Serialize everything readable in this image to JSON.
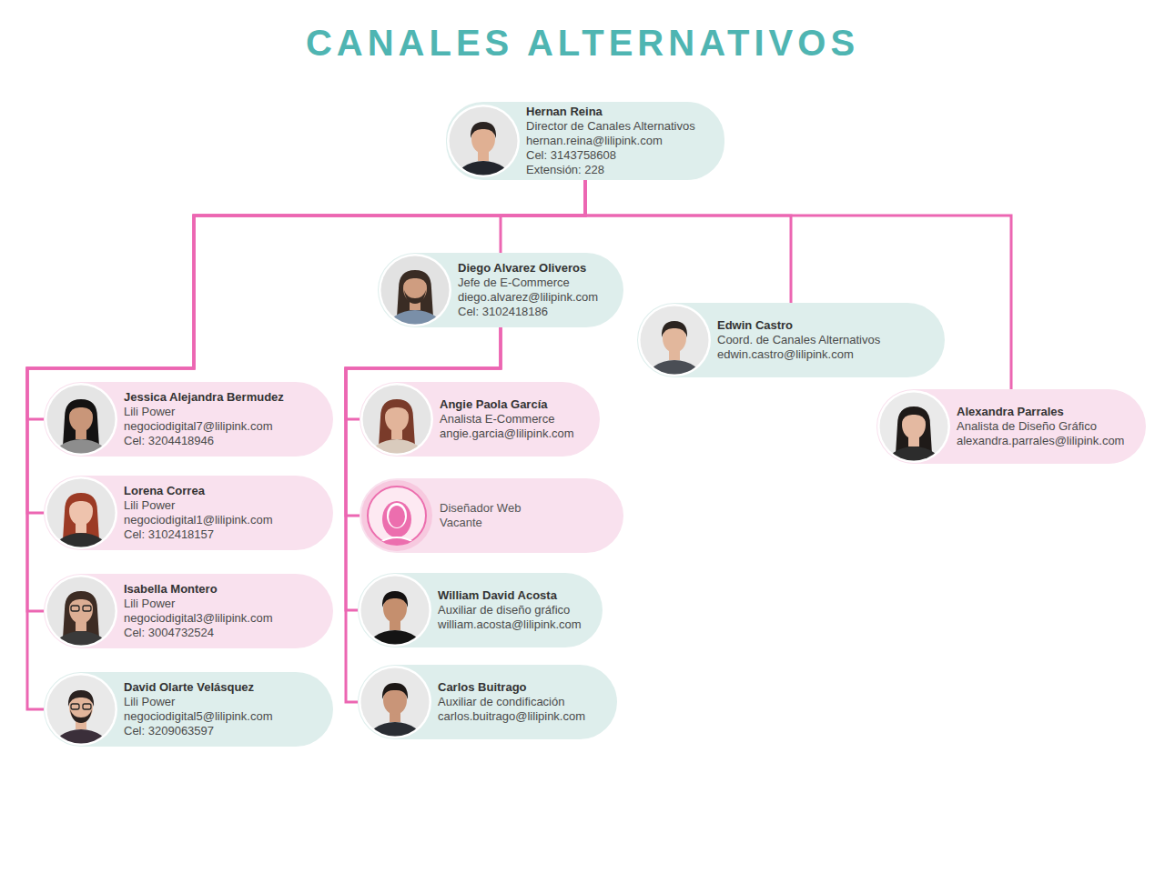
{
  "diagram": {
    "title": "CANALES ALTERNATIVOS",
    "nodes": [
      {
        "text": [
          "Hernan Reina",
          "Director de Canales Alternativos",
          "hernan.reina@lilipink.com",
          "Cel: 3143758608",
          "Extensión: 228"
        ]
      },
      {
        "text": [
          "Diego Alvarez Oliveros",
          "Jefe de E-Commerce",
          "diego.alvarez@lilipink.com",
          "Cel: 3102418186"
        ]
      },
      {
        "text": [
          "Edwin Castro",
          "Coord. de Canales Alternativos",
          "edwin.castro@lilipink.com"
        ]
      },
      {
        "text": [
          "Alexandra Parrales",
          "Analista de Diseño Gráfico",
          "alexandra.parrales@lilipink.com"
        ]
      },
      {
        "text": [
          "Jessica Alejandra Bermudez",
          "Lili Power",
          "negociodigital7@lilipink.com",
          "Cel: 3204418946"
        ]
      },
      {
        "text": [
          "Lorena Correa",
          "Lili Power",
          "negociodigital1@lilipink.com",
          "Cel: 3102418157"
        ]
      },
      {
        "text": [
          "Isabella Montero",
          "Lili Power",
          "negociodigital3@lilipink.com",
          "Cel: 3004732524"
        ]
      },
      {
        "text": [
          "David Olarte Velásquez",
          "Lili Power",
          "negociodigital5@lilipink.com",
          "Cel: 3209063597"
        ]
      },
      {
        "text": [
          "Angie Paola García",
          "Analista E-Commerce",
          "angie.garcia@lilipink.com"
        ]
      },
      {
        "text": [
          "Diseñador Web",
          "Vacante"
        ]
      },
      {
        "text": [
          "William David Acosta",
          "Auxiliar de diseño gráfico",
          "william.acosta@lilipink.com"
        ]
      },
      {
        "text": [
          "Carlos Buitrago",
          "Auxiliar de condificación",
          "carlos.buitrago@lilipink.com"
        ]
      }
    ],
    "edges": [
      {
        "from": 0,
        "to": 1,
        "arrow": "none"
      },
      {
        "from": 0,
        "to": 2,
        "arrow": "none"
      },
      {
        "from": 0,
        "to": 3,
        "arrow": "none"
      },
      {
        "from": 0,
        "to": 4,
        "arrow": "none"
      },
      {
        "from": 0,
        "to": 5,
        "arrow": "none"
      },
      {
        "from": 0,
        "to": 6,
        "arrow": "none"
      },
      {
        "from": 0,
        "to": 7,
        "arrow": "none"
      },
      {
        "from": 1,
        "to": 8,
        "arrow": "none"
      },
      {
        "from": 1,
        "to": 9,
        "arrow": "none"
      },
      {
        "from": 1,
        "to": 10,
        "arrow": "none"
      },
      {
        "from": 1,
        "to": 11,
        "arrow": "none"
      }
    ]
  }
}
